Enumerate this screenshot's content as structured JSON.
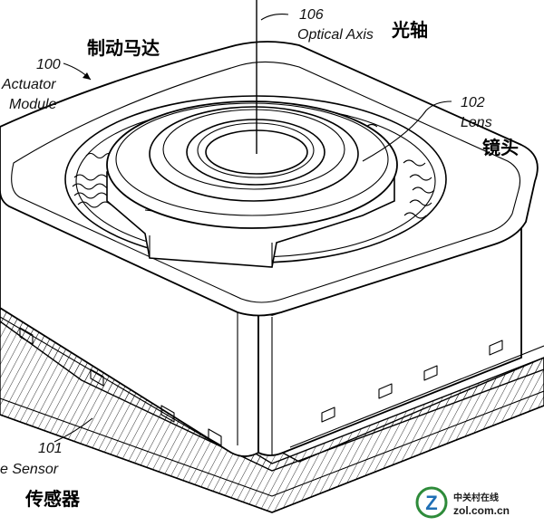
{
  "labels": {
    "optical_axis_num": "106",
    "optical_axis_en": "Optical Axis",
    "optical_axis_cn": "光轴",
    "actuator_num": "100",
    "actuator_en_line1": "Actuator",
    "actuator_en_line2": "Module",
    "actuator_cn": "制动马达",
    "lens_num": "102",
    "lens_en": "Lens",
    "lens_cn": "镜头",
    "sensor_num": "101",
    "sensor_en": "e Sensor",
    "sensor_cn": "传感器"
  },
  "watermark": {
    "logo_letter": "Z",
    "site_cn": "中关村在线",
    "site_en": "zol.com.cn"
  }
}
